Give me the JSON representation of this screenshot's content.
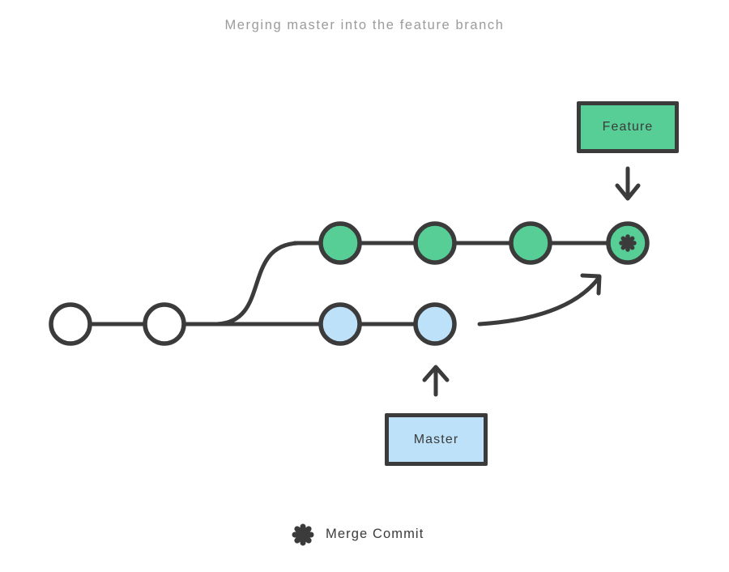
{
  "title": "Merging master into the feature branch",
  "branch_labels": {
    "feature": "Feature",
    "master": "Master"
  },
  "legend": {
    "symbol": "merge-commit-asterisk",
    "label": "Merge Commit"
  },
  "diagram": {
    "shared_commit_count": 2,
    "feature_branch": {
      "label": "Feature",
      "commit_count": 3,
      "ends_with_merge_commit": true
    },
    "master_branch": {
      "label": "Master",
      "commit_count_after_split": 2
    },
    "arrows": [
      {
        "name": "feature-label-pointer-arrow",
        "points_to": "merge commit node"
      },
      {
        "name": "master-label-pointer-arrow",
        "points_to": "last master commit node"
      },
      {
        "name": "merge-curve-arrow",
        "points_to": "merge commit node"
      }
    ]
  },
  "colors": {
    "feature_green": "#57ce96",
    "master_blue": "#bde1f8",
    "stroke_dark": "#3b3b3b",
    "title_gray": "#9b9b9b",
    "background": "#ffffff"
  }
}
